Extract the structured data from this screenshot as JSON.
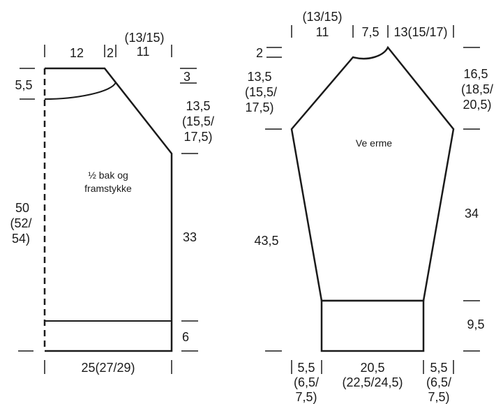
{
  "body_piece": {
    "piece_label": [
      "½ bak og",
      "framstykke"
    ],
    "top": {
      "width_left": "12",
      "width_mid": "2",
      "width_right": [
        "(13/15)",
        "11"
      ]
    },
    "left": {
      "neck_depth": "5,5",
      "total_height": [
        "50",
        "(52/",
        "54)"
      ]
    },
    "right": {
      "shoulder_drop": "3",
      "armhole": [
        "13,5",
        "(15,5/",
        "17,5)"
      ],
      "side": "33",
      "rib": "6"
    },
    "bottom": {
      "width": "25(27/29)"
    }
  },
  "sleeve": {
    "piece_label": "Ve erme",
    "top": {
      "width_left": [
        "(13/15)",
        "11"
      ],
      "width_mid": "7,5",
      "width_right": "13(15/17)"
    },
    "left": {
      "top_step": "2",
      "cap": [
        "13,5",
        "(15,5/",
        "17,5)"
      ],
      "length": "43,5"
    },
    "right": {
      "cap": [
        "16,5",
        "(18,5/",
        "20,5)"
      ],
      "length": "34",
      "cuff": "9,5"
    },
    "bottom": {
      "left": [
        "5,5",
        "(6,5/",
        "7,5)"
      ],
      "mid": [
        "20,5",
        "(22,5/24,5)"
      ],
      "right": [
        "5,5",
        "(6,5/",
        "7,5)"
      ]
    }
  }
}
